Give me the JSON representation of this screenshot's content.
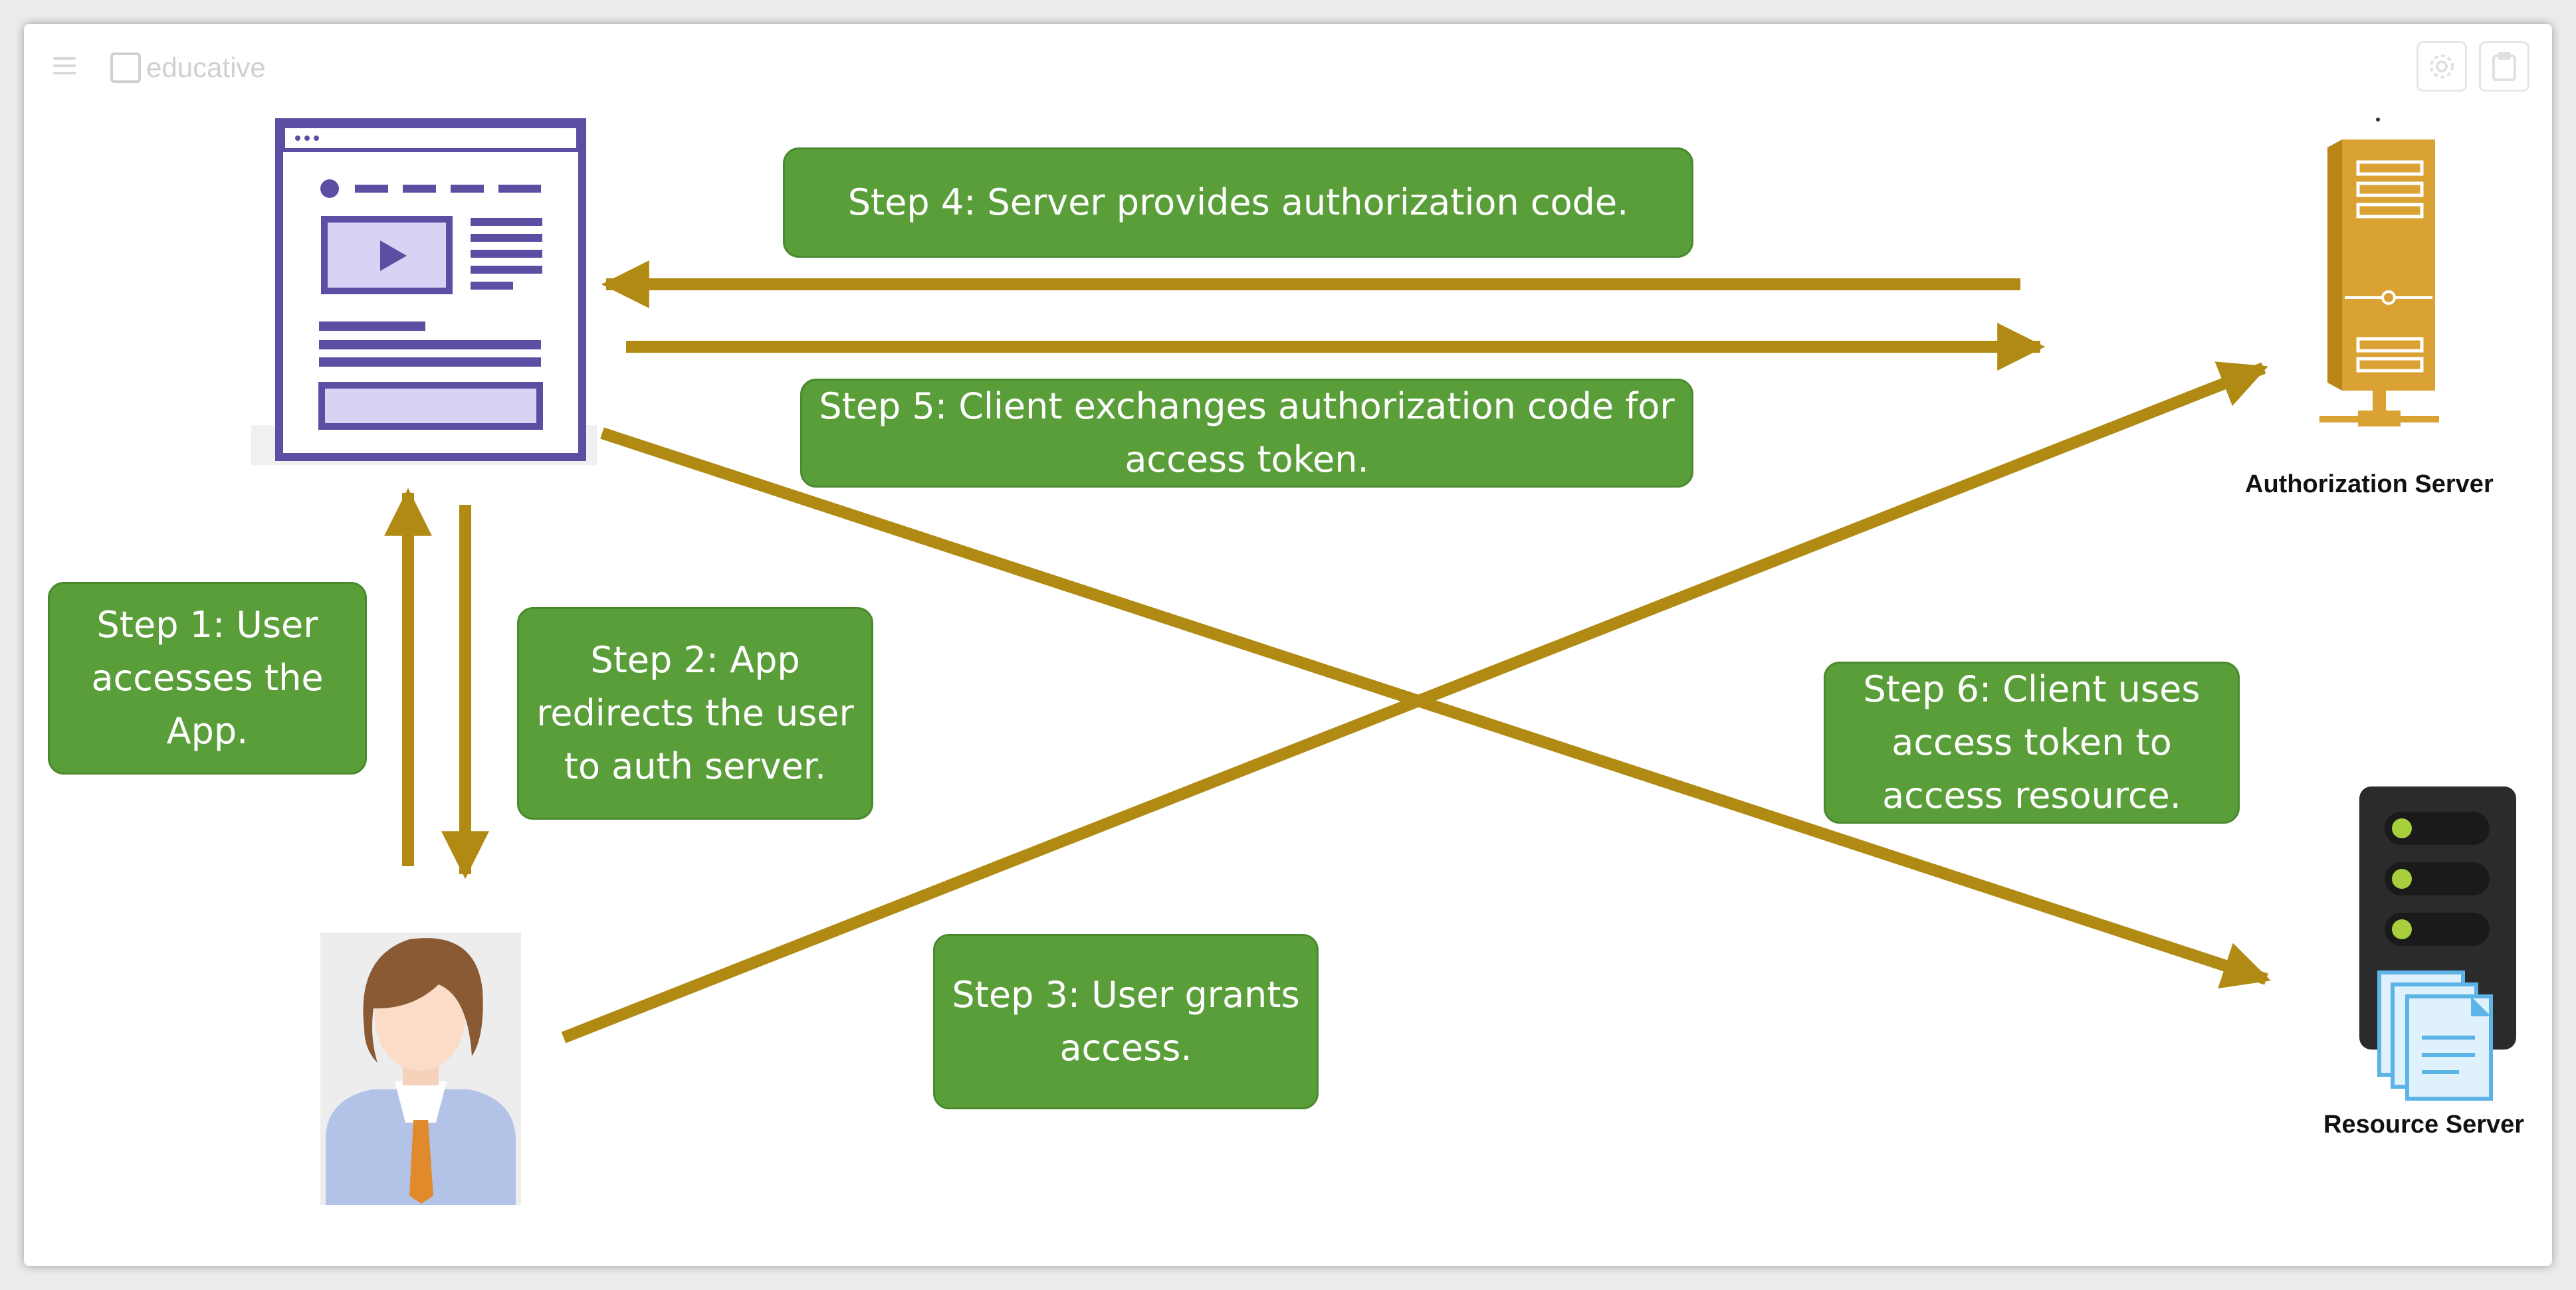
{
  "topbar": {
    "brand": "educative",
    "menu_icon": "menu-icon",
    "settings_icon": "gear-icon",
    "clipboard_icon": "clipboard-icon"
  },
  "colors": {
    "arrow": "#b08a12",
    "step_box": "#5a9e3a",
    "step_border": "#4a8a2e",
    "client_outline": "#5e4ea3",
    "auth_server": "#d9a233",
    "resource_server": "#2b2b2b",
    "document": "#5bb3e6"
  },
  "steps": {
    "step1": "Step 1: User accesses the App.",
    "step2": "Step 2: App redirects the user to auth server.",
    "step3": "Step 3: User grants access.",
    "step4": "Step 4: Server provides authorization code.",
    "step5": "Step 5: Client exchanges authorization code for access token.",
    "step6": "Step 6: Client uses access token to access resource."
  },
  "nodes": {
    "client_app": "client-app-icon",
    "user": "user-icon",
    "authorization_server": {
      "icon": "authorization-server-icon",
      "label": "Authorization Server"
    },
    "resource_server": {
      "icon": "resource-server-icon",
      "label": "Resource Server"
    }
  }
}
